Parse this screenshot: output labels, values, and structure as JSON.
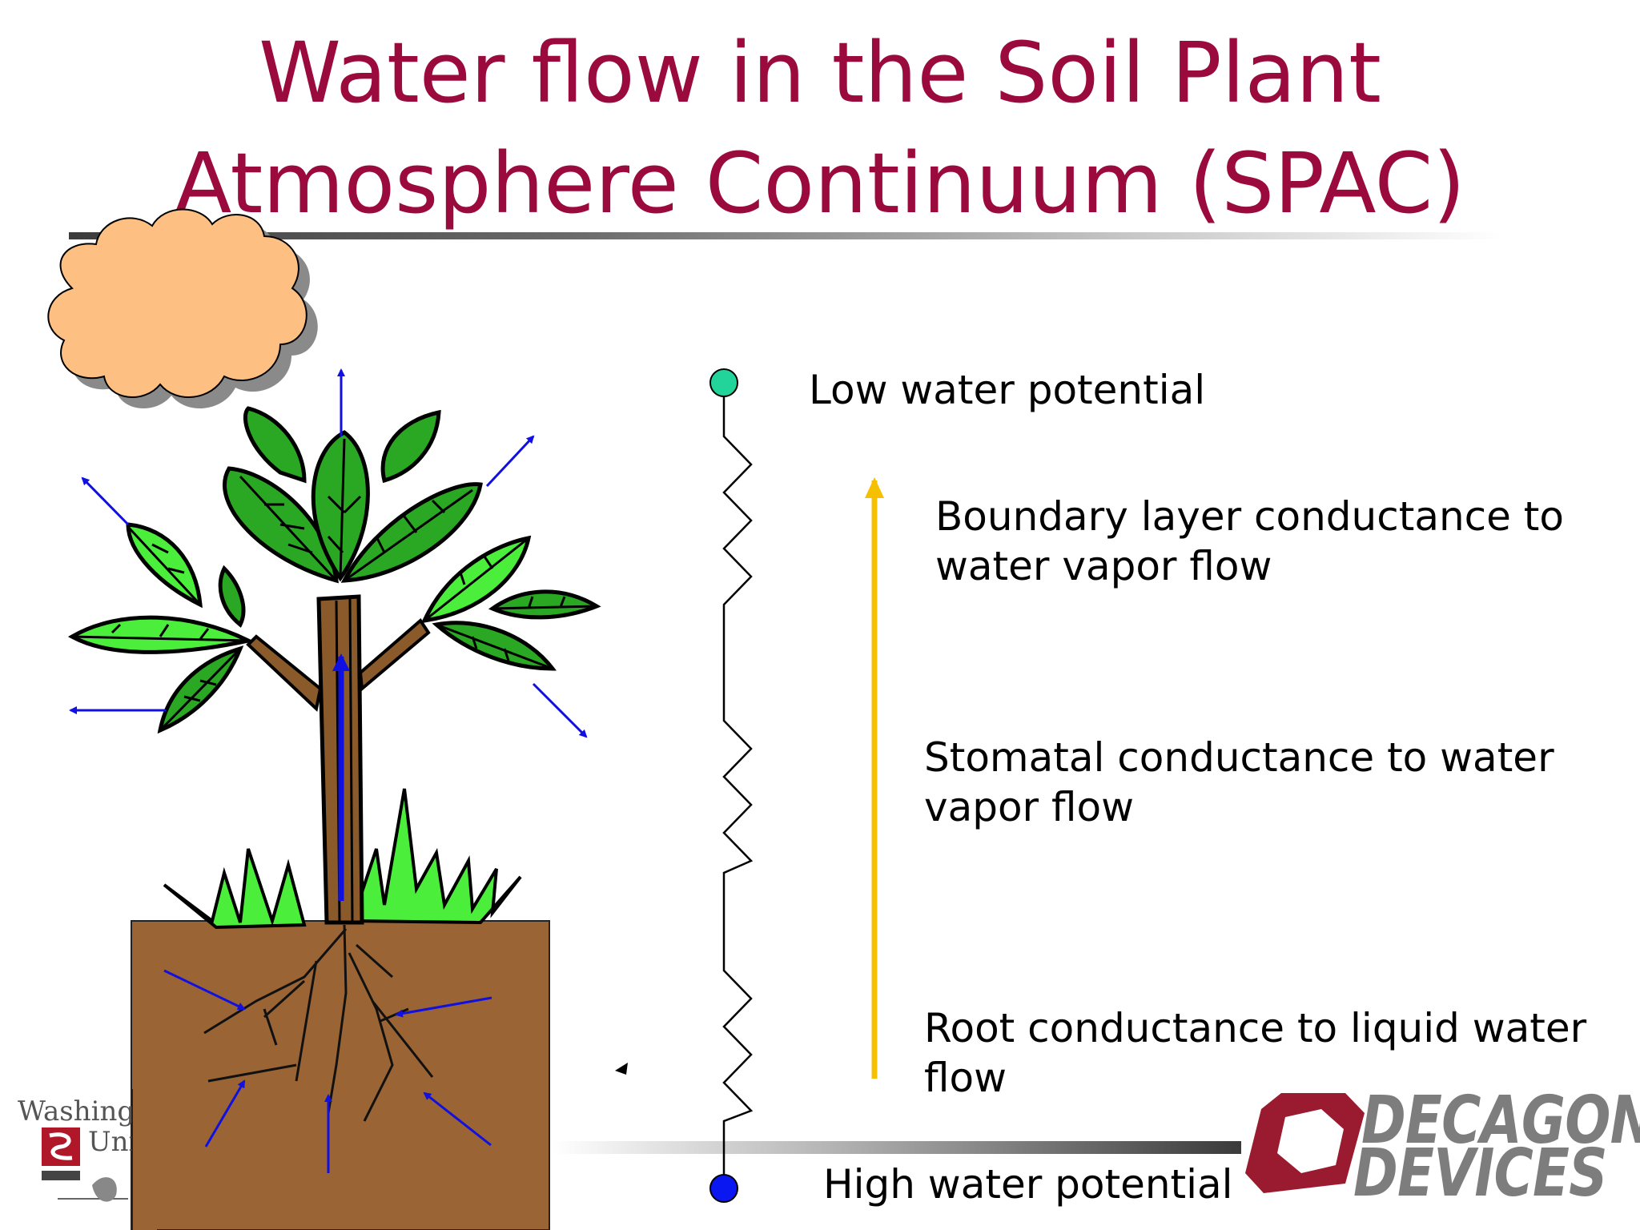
{
  "title": {
    "line1": "Water flow in the Soil Plant",
    "line2": "Atmosphere Continuum (SPAC)"
  },
  "labels": {
    "low": "Low water potential",
    "boundary": "Boundary layer conductance to water vapor flow",
    "boundary_l1": "Boundary layer conductance to",
    "boundary_l2": "water vapor flow",
    "stomatal_l1": "Stomatal conductance to water",
    "stomatal_l2": "vapor flow",
    "root_l1": "Root conductance to liquid water",
    "root_l2": "flow",
    "high": "High water potential"
  },
  "logos": {
    "decagon_l1": "DECAGON",
    "decagon_l2": "DEVICES",
    "wsu_l1": "Washingt",
    "wsu_l2": "Uni"
  },
  "colors": {
    "title": "#9b0a3c",
    "low_dot": "#22d39a",
    "high_dot": "#0a17f0",
    "gradient_arrow": "#f5c000",
    "soil": "#9a6434",
    "leaf_light": "#4cee3c",
    "leaf_dark": "#2aa824",
    "cloud": "#fdbf82",
    "flow_arrows": "#1010e0",
    "decagon_red": "#9a1b2f"
  },
  "icons": [
    "cloud-icon",
    "tree-icon",
    "resistor-icon",
    "upward-arrow-icon",
    "decagon-logo-icon",
    "wsu-logo-icon"
  ]
}
